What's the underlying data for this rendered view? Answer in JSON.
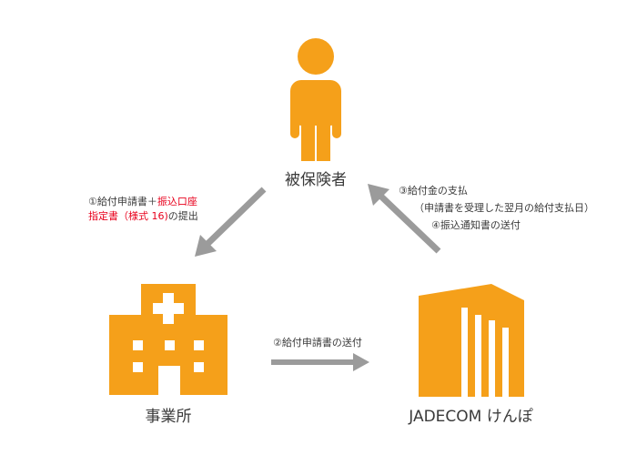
{
  "colors": {
    "icon": "#f5a01a",
    "arrow": "#9b9b9b",
    "highlight": "#e8001c",
    "text": "#3a3a3a"
  },
  "nodes": {
    "insured": {
      "label": "被保険者",
      "icon": "person-icon"
    },
    "office": {
      "label": "事業所",
      "icon": "hospital-building-icon"
    },
    "kenpo": {
      "label": "JADECOM けんぽ",
      "icon": "office-building-icon"
    }
  },
  "steps": {
    "step1": {
      "line1_pre": "①給付申請書＋",
      "line1_red": "振込口座",
      "line2_red": "指定書（様式 16)",
      "line2_post": "の提出"
    },
    "step2": {
      "text": "②給付申請書の送付"
    },
    "step3": {
      "line1": "③給付金の支払",
      "line2": "（申請書を受理した翌月の給付支払日）",
      "line3": "④振込通知書の送付"
    }
  }
}
